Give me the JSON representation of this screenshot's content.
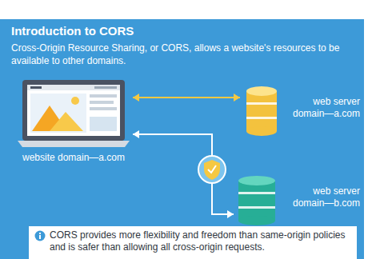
{
  "diagram": {
    "title": "Introduction to CORS",
    "nodes": [
      {
        "text": [
          "website domain—a.com"
        ]
      },
      {
        "text": [
          "web server domain—a.com"
        ]
      },
      {
        "text": [
          "web server domain—b.com"
        ]
      },
      {
        "text": [
          "CORS provides more flexibility and freedom than same-origin policies and is safer than allowing all cross-origin requests."
        ]
      }
    ],
    "edges": [
      {
        "from": 0,
        "to": 1,
        "arrow": "both"
      },
      {
        "from": 0,
        "to": 2,
        "arrow": "both"
      }
    ],
    "labels": [
      "Cross-Origin Resource Sharing, or CORS, allows a website's resources to be available to other domains."
    ]
  }
}
